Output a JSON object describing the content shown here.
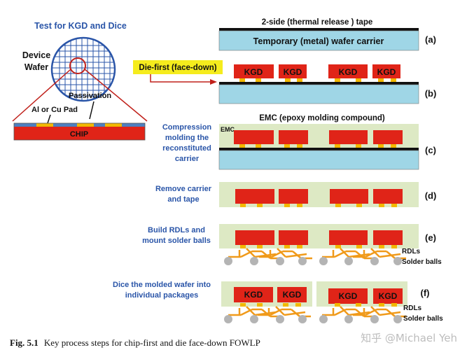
{
  "left_panel": {
    "title": "Test for KGD and Dice",
    "device_wafer": [
      "Device",
      "Wafer"
    ],
    "passivation": "Passivation",
    "pad": "Al or Cu Pad",
    "chip": "CHIP"
  },
  "steps": {
    "a": {
      "top": "2-side (thermal release ) tape",
      "carrier": "Temporary (metal) wafer carrier",
      "tag": "(a)"
    },
    "b": {
      "label": "Die-first (face-down)",
      "tag": "(b)",
      "kgd": "KGD"
    },
    "c": {
      "top": "EMC (epoxy molding compound)",
      "emc": "EMC",
      "label": [
        "Compression",
        "molding the",
        "reconstituted",
        "carrier"
      ],
      "tag": "(c)"
    },
    "d": {
      "label": [
        "Remove carrier",
        "and tape"
      ],
      "tag": "(d)"
    },
    "e": {
      "label": [
        "Build RDLs and",
        "mount solder balls"
      ],
      "rdls": "RDLs",
      "balls": "Solder balls",
      "tag": "(e)"
    },
    "f": {
      "label": [
        "Dice the molded wafer into",
        "individual packages"
      ],
      "kgd": "KGD",
      "rdls": "RDLs",
      "balls": "Solder balls",
      "tag": "(f)"
    }
  },
  "caption": {
    "fig": "Fig. 5.1",
    "text": "Key process steps for chip-first and die face-down FOWLP"
  },
  "watermark": "知乎 @Michael Yeh",
  "colors": {
    "die": "#e02418",
    "carrier": "#9fd6e6",
    "emc": "#dde9c4",
    "pad": "#f2b800",
    "tape": "#111111",
    "rdl": "#f09a1a",
    "ball": "#b4b4b4",
    "label_blue": "#2a55a8",
    "highlight": "#f5ec1d",
    "arrow": "#c0201a"
  }
}
